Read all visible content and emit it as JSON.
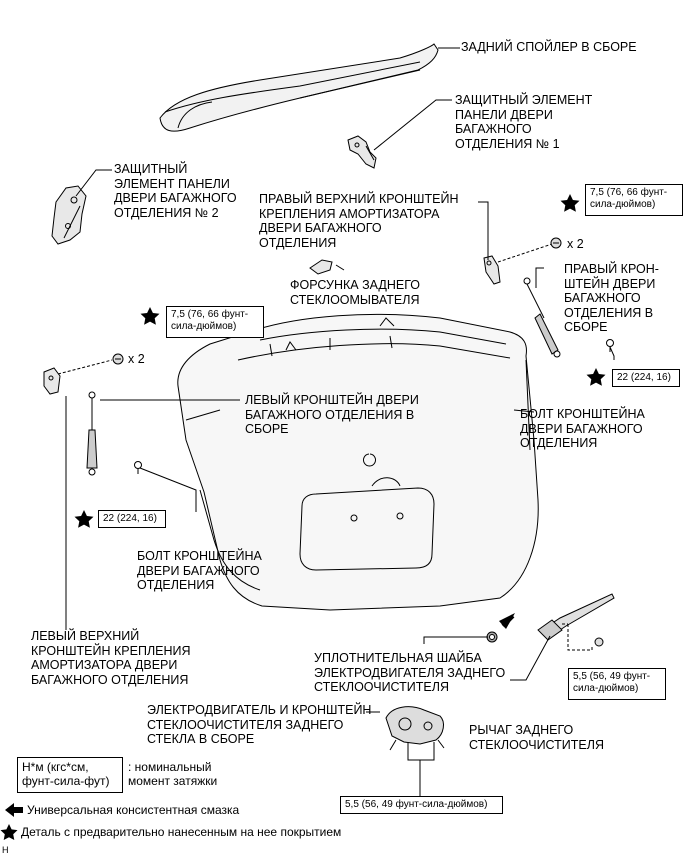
{
  "parts": {
    "rear_spoiler": "ЗАДНИЙ СПОЙЛЕР В СБОРЕ",
    "trim_protector_1": "ЗАЩИТНЫЙ ЭЛЕМЕНТ\nПАНЕЛИ ДВЕРИ\nБАГАЖНОГО\nОТДЕЛЕНИЯ № 1",
    "trim_protector_2": "ЗАЩИТНЫЙ\nЭЛЕМЕНТ ПАНЕЛИ\nДВЕРИ БАГАЖНОГО\nОТДЕЛЕНИЯ № 2",
    "rh_upper_bracket": "ПРАВЫЙ ВЕРХНИЙ КРОНШТЕЙН\nКРЕПЛЕНИЯ АМОРТИЗАТОРА\nДВЕРИ БАГАЖНОГО\nОТДЕЛЕНИЯ",
    "rear_washer_nozzle": "ФОРСУНКА ЗАДНЕГО\nСТЕКЛООМЫВАТЕЛЯ",
    "rh_damper_stay": "ПРАВЫЙ КРОН-\nШТЕЙН ДВЕРИ\nБАГАЖНОГО\nОТДЕЛЕНИЯ В\nСБОРЕ",
    "lh_damper_stay": "ЛЕВЫЙ КРОНШТЕЙН ДВЕРИ\nБАГАЖНОГО ОТДЕЛЕНИЯ В\nСБОРЕ",
    "rh_stay_bolt": "БОЛТ КРОНШТЕЙНА\nДВЕРИ БАГАЖНОГО\nОТДЕЛЕНИЯ",
    "lh_stay_bolt": "БОЛТ КРОНШТЕЙНА\nДВЕРИ БАГАЖНОГО\nОТДЕЛЕНИЯ",
    "lh_upper_bracket": "ЛЕВЫЙ ВЕРХНИЙ\nКРОНШТЕЙН КРЕПЛЕНИЯ\nАМОРТИЗАТОРА ДВЕРИ\nБАГАЖНОГО ОТДЕЛЕНИЯ",
    "wiper_motor_grommet": "УПЛОТНИТЕЛЬНАЯ ШАЙБА\nЭЛЕКТРОДВИГАТЕЛЯ ЗАДНЕГО\nСТЕКЛООЧИСТИТЕЛЯ",
    "wiper_motor": "ЭЛЕКТРОДВИГАТЕЛЬ И КРОНШТЕЙН\nСТЕКЛООЧИСТИТЕЛЯ ЗАДНЕГО\nСТЕКЛА В СБОРЕ",
    "wiper_arm": "РЫЧАГ ЗАДНЕГО\nСТЕКЛООЧИСТИТЕЛЯ"
  },
  "torques": {
    "t_rh_bracket": "7,5 (76, 66 фунт-\nсила-дюймов)",
    "t_lh_bracket": "7,5 (76, 66 фунт-\nсила-дюймов)",
    "t_rh_bolt": "22 (224, 16)",
    "t_lh_bolt": "22 (224, 16)",
    "t_wiper_arm": "5,5 (56, 49 фунт-\nсила-дюймов)",
    "t_wiper_motor": "5,5 (56, 49 фунт-сила-дюймов)"
  },
  "quantities": {
    "rh": "x 2",
    "lh": "x 2"
  },
  "legend": {
    "torque_unit": "Н*м (кгс*см,\nфунт-сила-фут)",
    "torque_desc": ": номинальный\nмомент затяжки",
    "grease": "Универсальная консистентная смазка",
    "precoated": "Деталь с предварительно нанесенным на нее покрытием"
  },
  "corner_mark": "H"
}
